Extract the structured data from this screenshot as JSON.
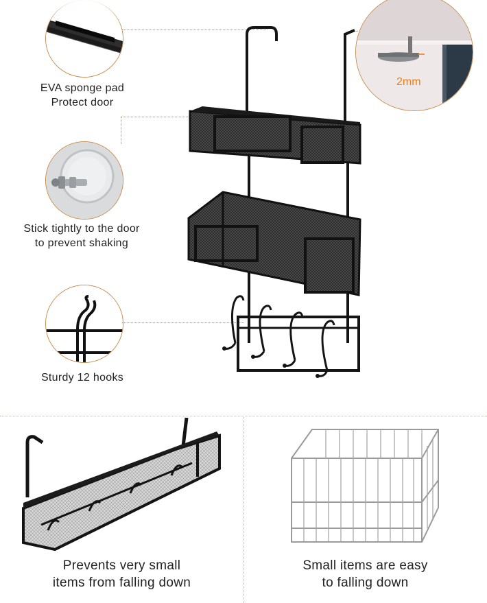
{
  "features": {
    "pad_label_line1": "EVA sponge pad",
    "pad_label_line2": "Protect door",
    "stick_label_line1": "Stick tightly to the door",
    "stick_label_line2": "to prevent shaking",
    "hooks_label": "Sturdy 12 hooks",
    "thickness_badge": "2mm"
  },
  "comparison": {
    "left_line1": "Prevents very small",
    "left_line2": "items from falling down",
    "right_line1": "Small items are easy",
    "right_line2": "to falling down"
  },
  "colors": {
    "accent_line": "#c78a4a",
    "badge_text": "#f07c17",
    "product_black": "#141414",
    "chrome": "#9a9a9a"
  }
}
